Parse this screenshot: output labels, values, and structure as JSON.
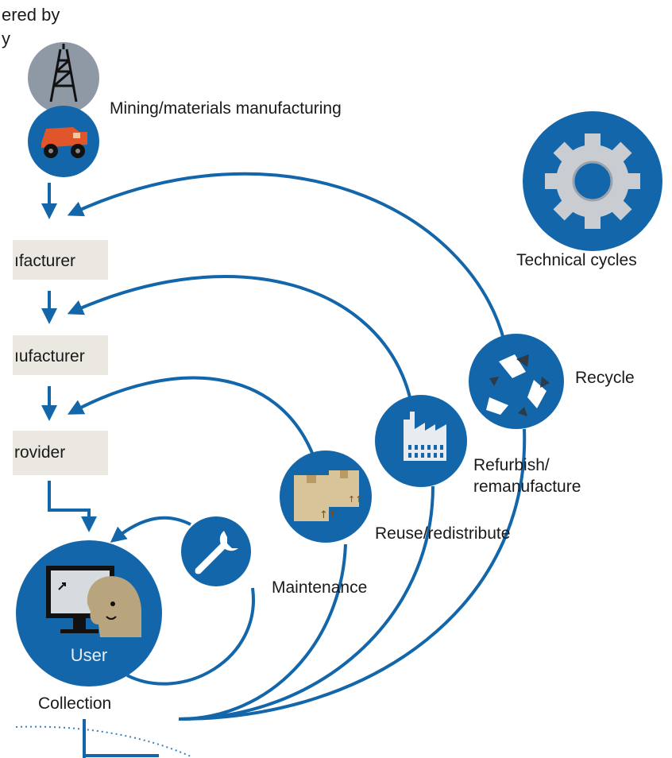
{
  "header": {
    "line1": "ered by",
    "line2": "y"
  },
  "stages": {
    "mining_label": "Mining/materials manufacturing",
    "box1": "ıfacturer",
    "box2": "ıufacturer",
    "box3": "rovider",
    "user": "User",
    "collection": "Collection"
  },
  "cycles": {
    "title": "Technical cycles",
    "recycle": "Recycle",
    "refurbish_line1": "Refurbish/",
    "refurbish_line2": "remanufacture",
    "reuse": "Reuse/redistribute",
    "maintenance": "Maintenance"
  },
  "icons": {
    "oil_rig": "oil-rig-icon",
    "truck": "mining-truck-icon",
    "gear": "gear-icon",
    "recycle": "recycle-icon",
    "factory": "factory-icon",
    "boxes": "boxes-icon",
    "wrench": "wrench-icon",
    "user": "user-computer-icon"
  },
  "colors": {
    "primary_blue": "#1266a9",
    "grey_circle": "#8f99a6",
    "stage_box": "#ebe8e2",
    "gear_grey": "#c9cdd2",
    "box_beige": "#d9c49a",
    "person_skin": "#b8a57e"
  }
}
